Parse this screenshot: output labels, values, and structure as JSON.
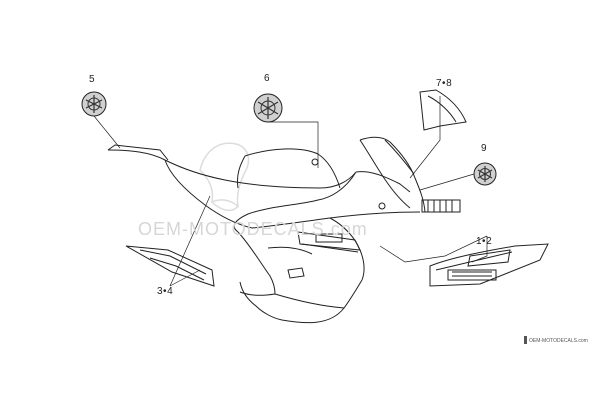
{
  "callouts": {
    "c5": "5",
    "c6": "6",
    "c78": "7•8",
    "c9": "9",
    "c12": "1•2",
    "c34": "3•4"
  },
  "watermark": "OEM-MOTODECALS.com",
  "credit": "OEM-MOTODECALS.com",
  "colors": {
    "line": "#222222",
    "watermark": "#d6d6d6"
  },
  "icons": {
    "emblem": "tuning-fork-emblem-icon"
  }
}
